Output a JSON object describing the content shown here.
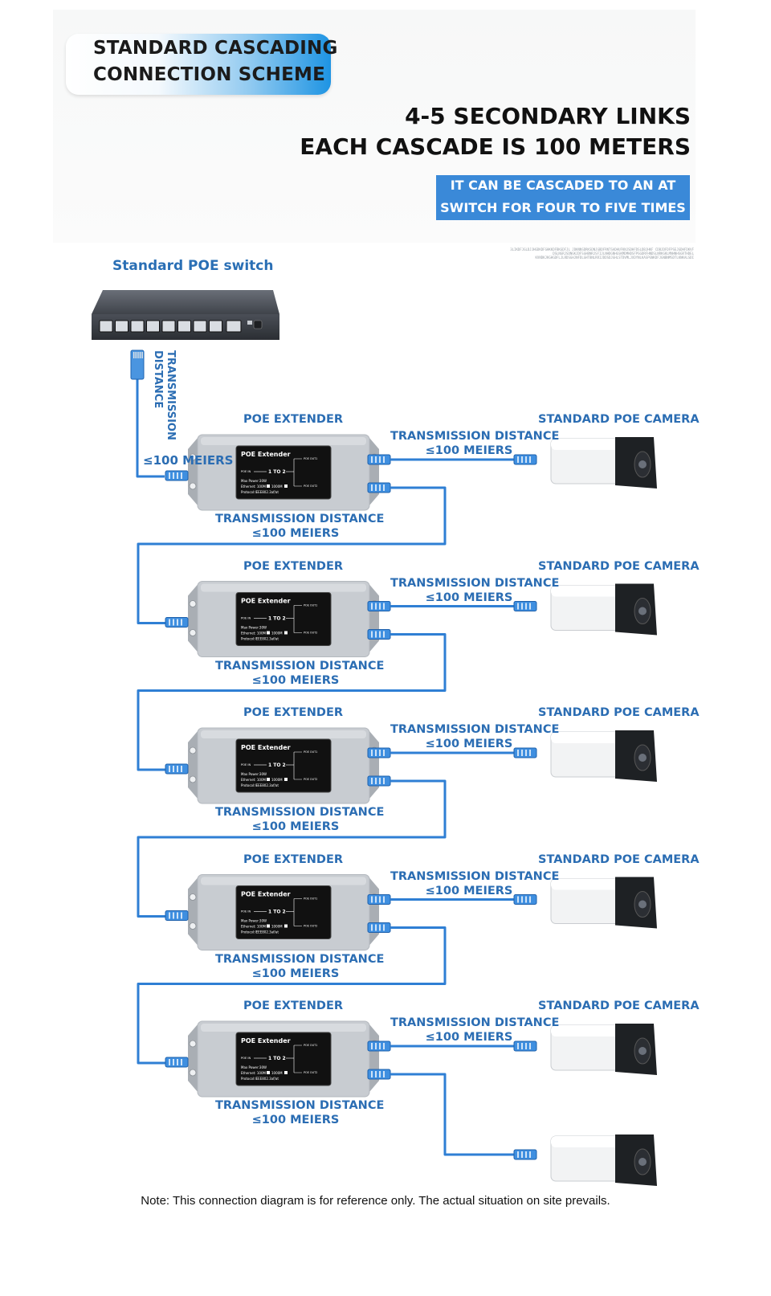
{
  "header": {
    "title_line1": "STANDARD CASCADING",
    "title_line2": "CONNECTION SCHEME",
    "headline_line1": "4-5 SECONDARY LINKS",
    "headline_line2": "EACH CASCADE IS 100 METERS",
    "badge_line1": "IT CAN BE CASCADED TO AN AT",
    "badge_line2": "SWITCH FOR FOUR TO FIVE TIMES",
    "fine_print_line1": "3LIKDFJGLDJJHGDKDFGHKKDFBKGDFJL JDKNNSDRKSDNJGBDFRNTSADHUFKNJSDHFDSLDBJHKF CDBJDFDFPSEJGDHFDKVF",
    "fine_print_line2": "DSLNGRJSDNGKJDFSGHBNRJSFIJLNHDGNHGSKMDMHDSFPSGDRFHNDSLNRKGKLMNHNHSGRTHDEL",
    "fine_print_line3": "KVNDKJKGHGDFLJLRDSGHJNFDLGHTBNLRRIJDDSDJGHLSTDVMLJXDYNLKASPGNKDFJGNBNMSDTLKNKALSDI"
  },
  "switch": {
    "label": "Standard POE switch",
    "vertical_label_line1": "TRANSMISSION",
    "vertical_label_line2": "DISTANCE",
    "input_distance": "≤100 MEIERS"
  },
  "stages": [
    {
      "extender_label": "POE EXTENDER",
      "camera_label": "STANDARD POE CAMERA",
      "right_distance_line1": "TRANSMISSION DISTANCE",
      "right_distance_line2": "≤100 MEIERS",
      "bottom_distance_line1": "TRANSMISSION DISTANCE",
      "bottom_distance_line2": "≤100 MEIERS"
    },
    {
      "extender_label": "POE EXTENDER",
      "camera_label": "STANDARD POE CAMERA",
      "right_distance_line1": "TRANSMISSION DISTANCE",
      "right_distance_line2": "≤100 MEIERS",
      "bottom_distance_line1": "TRANSMISSION DISTANCE",
      "bottom_distance_line2": "≤100 MEIERS"
    },
    {
      "extender_label": "POE EXTENDER",
      "camera_label": "STANDARD POE CAMERA",
      "right_distance_line1": "TRANSMISSION DISTANCE",
      "right_distance_line2": "≤100 MEIERS",
      "bottom_distance_line1": "TRANSMISSION DISTANCE",
      "bottom_distance_line2": "≤100 MEIERS"
    },
    {
      "extender_label": "POE EXTENDER",
      "camera_label": "STANDARD POE CAMERA",
      "right_distance_line1": "TRANSMISSION DISTANCE",
      "right_distance_line2": "≤100 MEIERS",
      "bottom_distance_line1": "TRANSMISSION DISTANCE",
      "bottom_distance_line2": "≤100 MEIERS"
    },
    {
      "extender_label": "POE EXTENDER",
      "camera_label": "STANDARD POE CAMERA",
      "right_distance_line1": "TRANSMISSION DISTANCE",
      "right_distance_line2": "≤100 MEIERS",
      "bottom_distance_line1": "TRANSMISSION DISTANCE",
      "bottom_distance_line2": "≤100 MEIERS"
    }
  ],
  "device_panel": {
    "title": "POE Extender",
    "port_in": "POE IN",
    "ratio": "1 TO 2",
    "out1": "POE OUT1",
    "out2": "POE OUT2",
    "max_power": "Max Power:30W",
    "ethernet_a": "Ethernet: 100M",
    "ethernet_b": "1000M",
    "protocol": "Protocol:IEEE802.3af/at"
  },
  "note": "Note: This connection diagram is for reference only. The actual situation on site prevails.",
  "colors": {
    "cable": "#2f7fd4",
    "label_blue": "#2b6db3",
    "badge_blue": "#3a89d8",
    "device_gray": "#c8ccd1",
    "panel_black": "#111111"
  }
}
